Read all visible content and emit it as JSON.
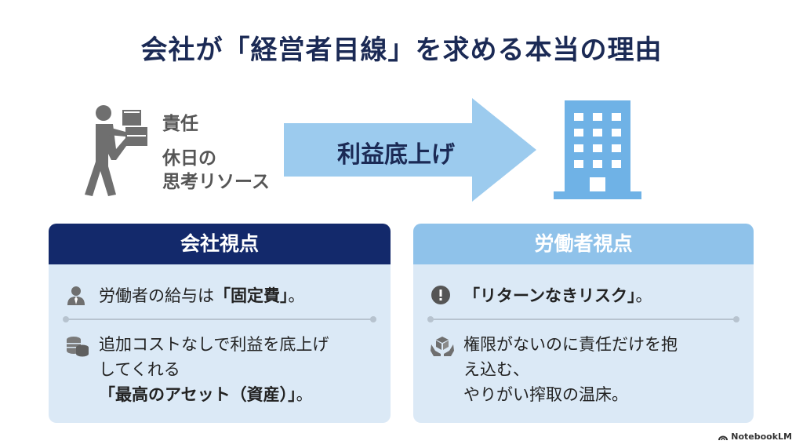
{
  "title": "会社が「経営者目線」を求める本当の理由",
  "left_labels": {
    "line1": "責任",
    "line2": "休日の",
    "line3": "思考リソース"
  },
  "arrow_label": "利益底上げ",
  "company_panel": {
    "header": "会社視点",
    "item1": {
      "pre": "労働者の給与は",
      "bold": "「固定費」",
      "post": "。"
    },
    "item2": {
      "line1": "追加コストなしで利益を底上げ",
      "line2": "してくれる",
      "bold": "「最高のアセット（資産）」",
      "post": "。"
    }
  },
  "worker_panel": {
    "header": "労働者視点",
    "item1": {
      "bold": "「リターンなきリスク」",
      "post": "。"
    },
    "item2": {
      "line1": "権限がないのに責任だけを抱",
      "line2": "え込む、",
      "line3": "やりがい搾取の温床。"
    }
  },
  "brand": "NotebookLM",
  "colors": {
    "navy": "#13296b",
    "light_blue": "#8fc2ea",
    "panel_bg": "#dbe9f6",
    "arrow": "#9ccbee",
    "building": "#6fb2e6"
  }
}
